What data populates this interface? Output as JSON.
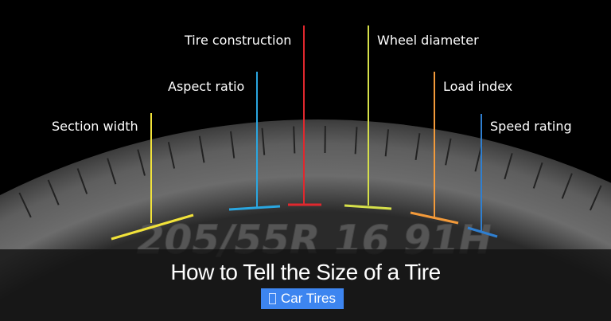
{
  "diagram": {
    "sidewall_marking": "205/55R 16 91H",
    "labels": [
      {
        "text": "Section width",
        "color": "#f2e33a"
      },
      {
        "text": "Aspect ratio",
        "color": "#2aa6e0"
      },
      {
        "text": "Tire construction",
        "color": "#e0282e"
      },
      {
        "text": "Wheel diameter",
        "color": "#d6e04a"
      },
      {
        "text": "Load index",
        "color": "#f39a3a"
      },
      {
        "text": "Speed rating",
        "color": "#2f7fd0"
      }
    ]
  },
  "title": "How to Tell the Size of a Tire",
  "category": {
    "icon": "folder-icon",
    "label": "Car Tires",
    "color": "#3d85f0"
  }
}
